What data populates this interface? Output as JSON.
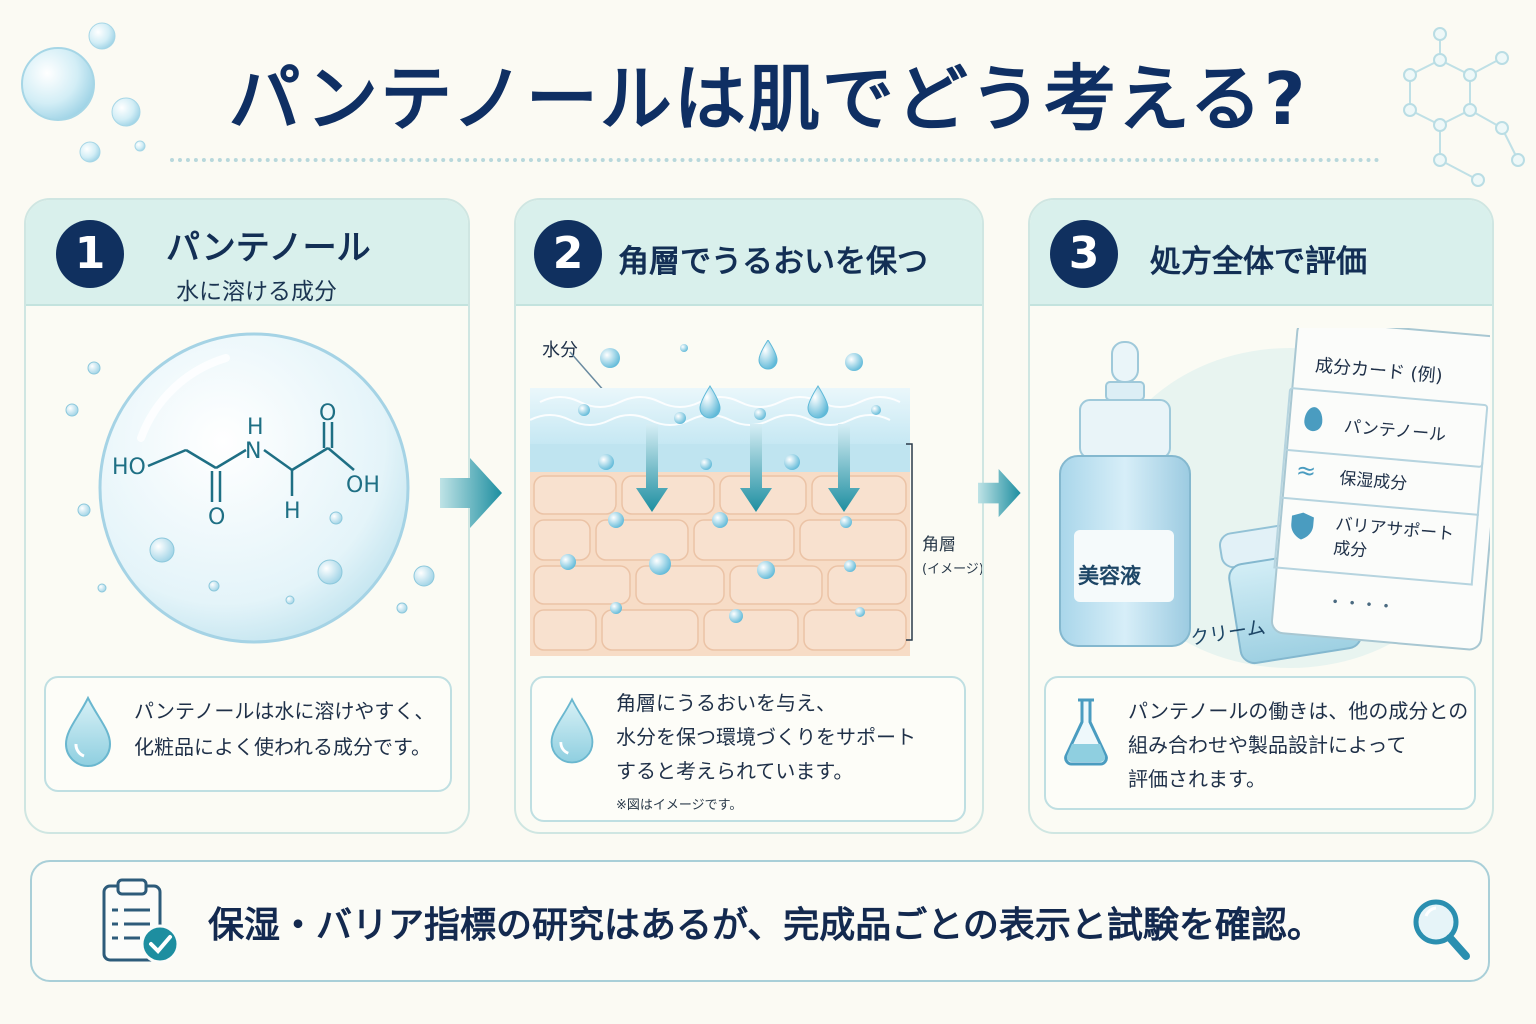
{
  "title": "パンテノールは肌でどう考える?",
  "panels": [
    {
      "number": "1",
      "title": "パンテノール",
      "subtitle": "水に溶ける成分",
      "molecule": {
        "ho": "HO",
        "n": "N",
        "h_top": "H",
        "h_bottom": "H",
        "o_left": "O",
        "o_right": "O",
        "oh": "OH"
      },
      "text_lines": [
        "パンテノールは水に溶けやすく、",
        "化粧品によく使われる成分です。"
      ],
      "icon": "water-drop-icon"
    },
    {
      "number": "2",
      "title": "角層でうるおいを保つ",
      "water_label": "水分",
      "layer_label": "角層",
      "layer_note": "(イメージ)",
      "text_lines": [
        "角層にうるおいを与え、",
        "水分を保つ環境づくりをサポート",
        "すると考えられています。"
      ],
      "note": "※図はイメージです。",
      "icon": "water-drop-icon"
    },
    {
      "number": "3",
      "title": "処方全体で評価",
      "bottle_label": "美容液",
      "jar_label": "クリーム",
      "card": {
        "title": "成分カード (例)",
        "items": [
          {
            "icon": "drop-icon",
            "label": "パンテノール"
          },
          {
            "icon": "wave-icon",
            "label": "保湿成分"
          },
          {
            "icon": "shield-icon",
            "label": "バリアサポート",
            "label2": "成分"
          }
        ],
        "more": "・・・・"
      },
      "text_lines": [
        "パンテノールの働きは、他の成分との",
        "組み合わせや製品設計によって",
        "評価されます。"
      ],
      "icon": "flask-icon"
    }
  ],
  "footer": {
    "text": "保湿・バリア指標の研究はあるが、完成品ごとの表示と試験を確認。",
    "left_icon": "clipboard-check-icon",
    "right_icon": "magnifier-icon"
  },
  "colors": {
    "navy": "#10305f",
    "teal": "#1d8ea0",
    "mint": "#d9f0ec",
    "skin": "#f7dcc6"
  }
}
